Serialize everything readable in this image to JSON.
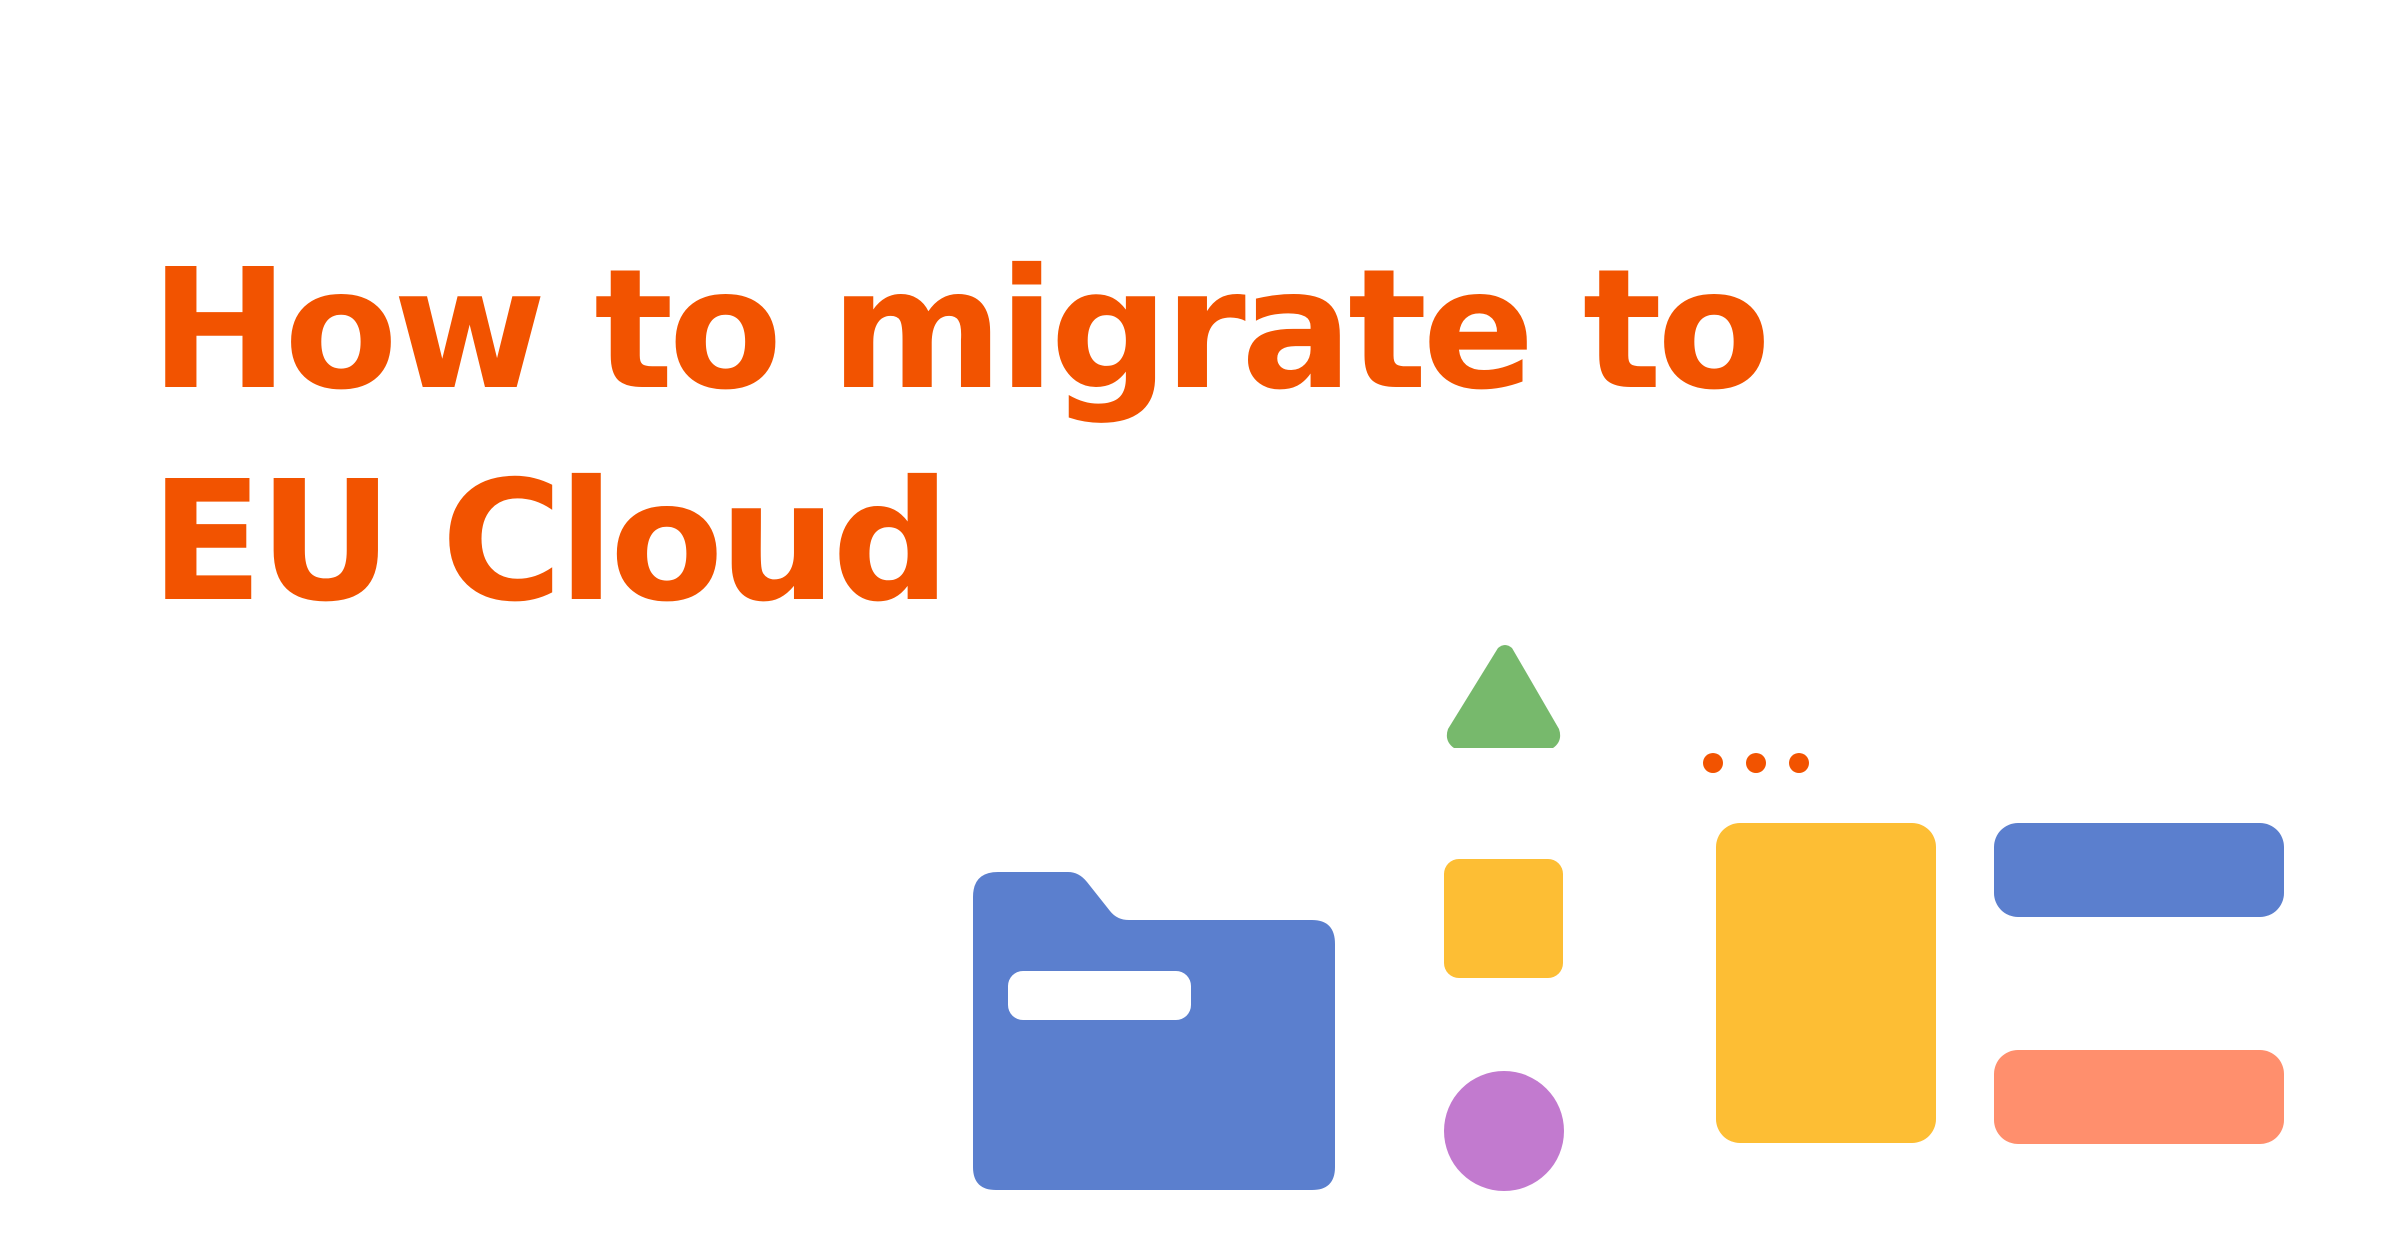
{
  "headline": {
    "line1": "How to migrate to",
    "line2": "EU Cloud"
  },
  "colors": {
    "accent": "#F25300",
    "blue": "#5B7FCE",
    "yellow": "#FDBE34",
    "green": "#77B96C",
    "purple": "#C27ACF",
    "salmon": "#FF8F6D",
    "background": "#FFFFFF"
  },
  "icons": [
    "folder-icon",
    "triangle-shape",
    "square-shape",
    "circle-shape",
    "dots-icon",
    "document-shape",
    "bar-shape"
  ]
}
